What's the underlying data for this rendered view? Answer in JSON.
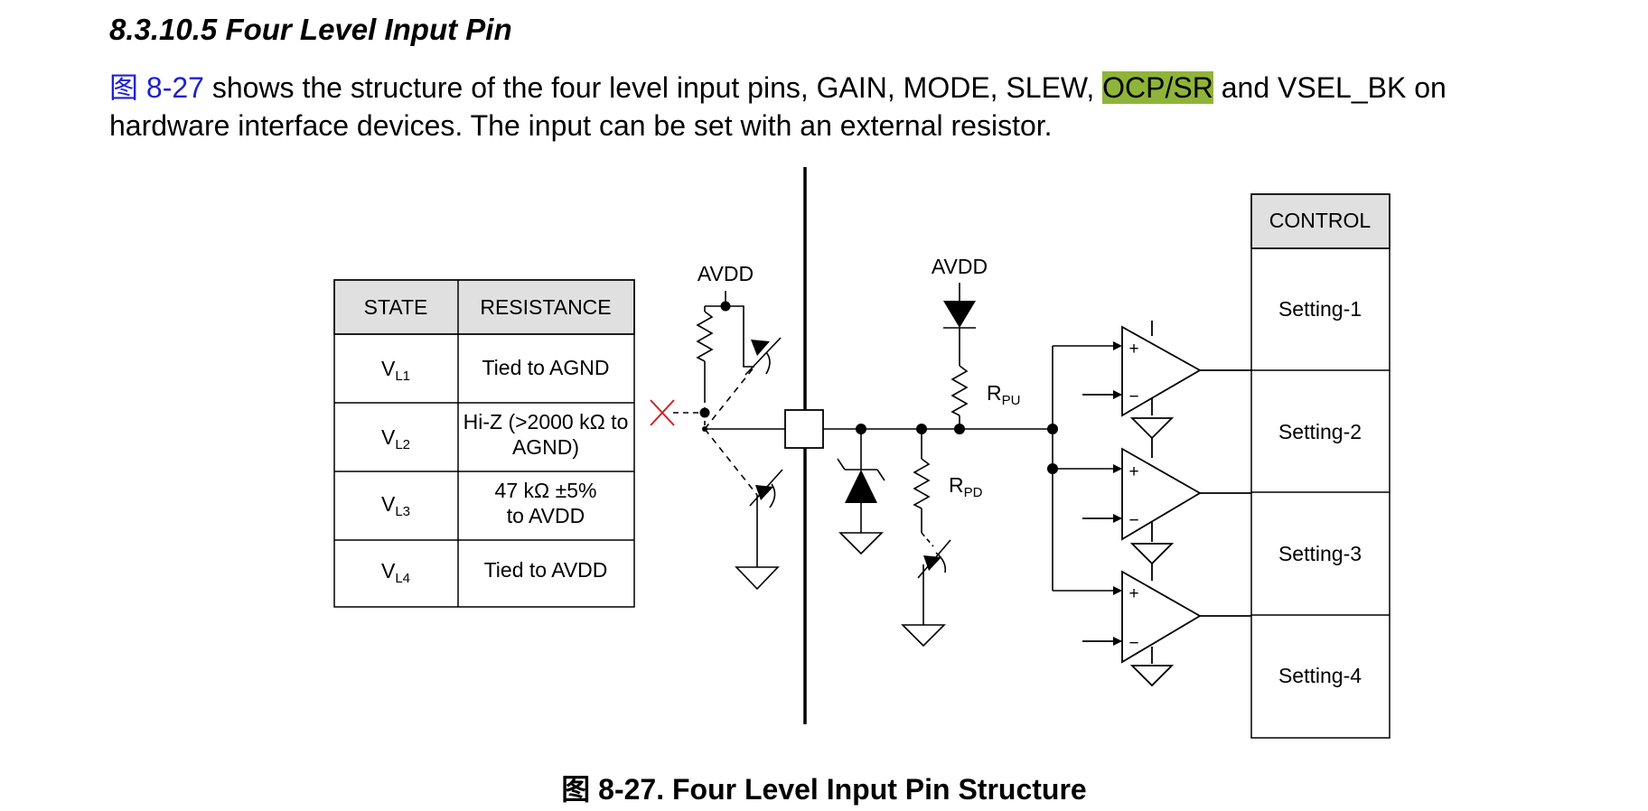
{
  "heading": "8.3.10.5 Four Level Input Pin",
  "paragraph": {
    "fig_ref": "图 8-27",
    "part1": " shows the structure of the four level input pins, GAIN, MODE, SLEW, ",
    "highlight": "OCP/SR",
    "part2": " and VSEL_BK on",
    "line2": "hardware interface devices. The input can be set with an external resistor."
  },
  "caption": "图 8-27. Four Level Input Pin Structure",
  "state_table": {
    "headers": {
      "state": "STATE",
      "resistance": "RESISTANCE"
    },
    "rows": [
      {
        "state_main": "V",
        "state_sub": "L1",
        "res_1": "Tied to AGND",
        "res_2": ""
      },
      {
        "state_main": "V",
        "state_sub": "L2",
        "res_1": "Hi-Z (>2000 kΩ to",
        "res_2": "AGND)"
      },
      {
        "state_main": "V",
        "state_sub": "L3",
        "res_1": "47 kΩ ±5%",
        "res_2": "to AVDD"
      },
      {
        "state_main": "V",
        "state_sub": "L4",
        "res_1": "Tied to AVDD",
        "res_2": ""
      }
    ]
  },
  "control_table": {
    "header": "CONTROL",
    "settings": [
      "Setting-1",
      "Setting-2",
      "Setting-3",
      "Setting-4"
    ]
  },
  "circuit_labels": {
    "avdd_left": "AVDD",
    "avdd_right": "AVDD",
    "rpu_main": "R",
    "rpu_sub": "PU",
    "rpd_main": "R",
    "rpd_sub": "PD",
    "plus": "+",
    "minus": "−"
  },
  "colors": {
    "fig_ref": "#1f1fd1",
    "highlight": "#8fb43a",
    "table_header_fill": "#e0e0e0",
    "x_mark": "#d22020"
  }
}
